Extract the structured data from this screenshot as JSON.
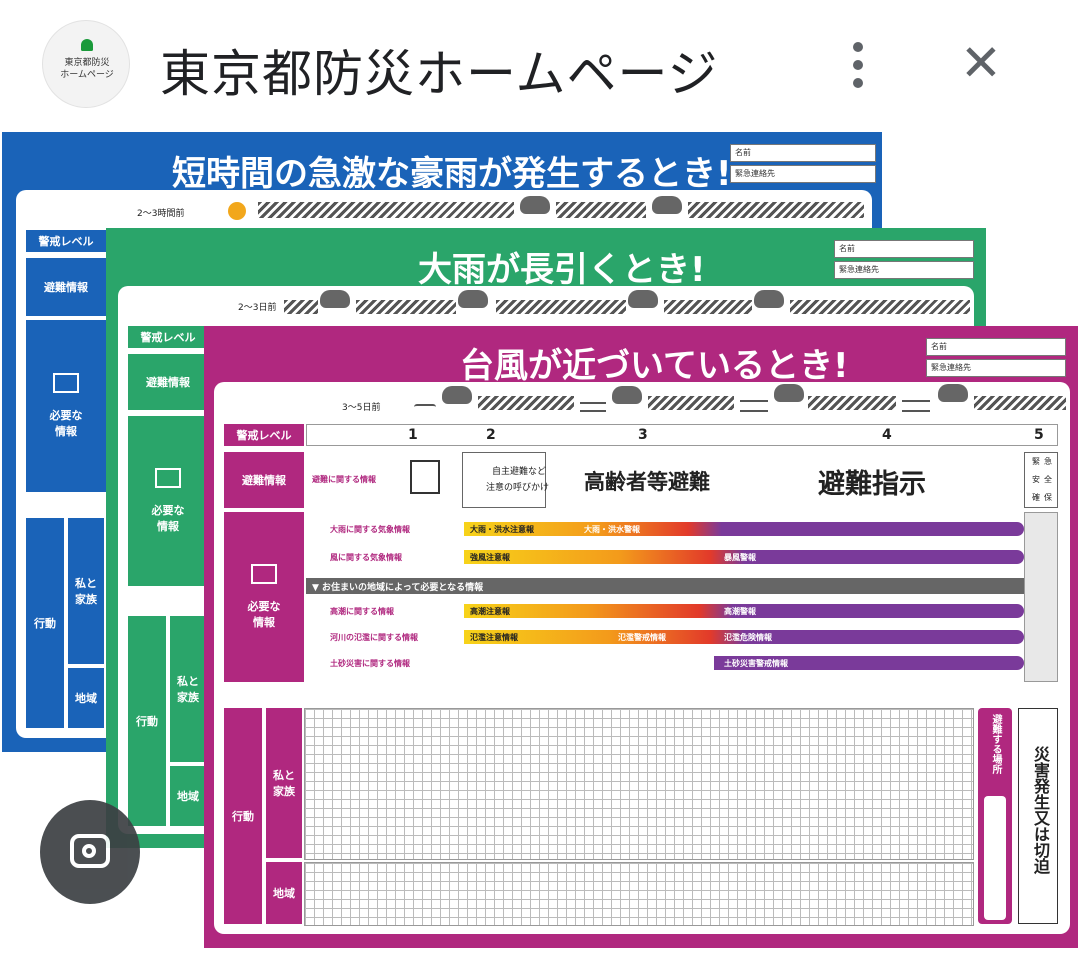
{
  "header": {
    "logo_line1": "東京都防災",
    "logo_line2": "ホームページ",
    "title": "東京都防災ホームページ"
  },
  "sheet_blue": {
    "title": "短時間の急激な豪雨が発生するとき!",
    "name_label": "名前",
    "contact_label": "緊急連絡先",
    "time_label": "2〜3時間前",
    "warning_level": "警戒レベル",
    "evac_info": "避難情報",
    "needed_info_1": "必要な",
    "needed_info_2": "情報",
    "action": "行動",
    "me_family_1": "私と",
    "me_family_2": "家族",
    "area": "地域"
  },
  "sheet_green": {
    "title": "大雨が長引くとき!",
    "name_label": "名前",
    "contact_label": "緊急連絡先",
    "time_label": "2〜3日前",
    "warning_level": "警戒レベル",
    "evac_info": "避難情報",
    "needed_info_1": "必要な",
    "needed_info_2": "情報",
    "action": "行動",
    "me_family_1": "私と",
    "me_family_2": "家族",
    "area": "地域"
  },
  "sheet_magenta": {
    "title": "台風が近づいているとき!",
    "name_label": "名前",
    "contact_label": "緊急連絡先",
    "time_label": "3〜5日前",
    "warning_level": "警戒レベル",
    "levels": [
      "1",
      "2",
      "3",
      "4",
      "5"
    ],
    "evac_info": "避難情報",
    "evac_related": "避難に関する情報",
    "voluntary_1": "自主避難など",
    "voluntary_2": "注意の呼びかけ",
    "elderly_evac": "高齢者等避難",
    "evac_order": "避難指示",
    "emergency_1": "緊",
    "emergency_2": "急",
    "emergency_3": "安",
    "emergency_4": "全",
    "emergency_5": "確",
    "emergency_6": "保",
    "needed_info_1": "必要な",
    "needed_info_2": "情報",
    "heavy_rain_info": "大雨に関する気象情報",
    "wind_info": "風に関する気象情報",
    "bar_heavy_rain_advisory": "大雨・洪水注意報",
    "bar_heavy_rain_warning": "大雨・洪水警報",
    "bar_gale_advisory": "強風注意報",
    "bar_storm_warning": "暴風警報",
    "local_needed": "▼ お住まいの地域によって必要となる情報",
    "storm_surge_info": "高潮に関する情報",
    "river_flood_info": "河川の氾濫に関する情報",
    "landslide_info": "土砂災害に関する情報",
    "bar_surge_advisory": "高潮注意報",
    "bar_surge_warning": "高潮警報",
    "bar_flood_advisory": "氾濫注意情報",
    "bar_flood_alert": "氾濫警戒情報",
    "bar_flood_danger": "氾濫危険情報",
    "bar_landslide_alert": "土砂災害警戒情報",
    "action": "行動",
    "me_family_1": "私と",
    "me_family_2": "家族",
    "area": "地域",
    "evac_place": "避難する場所",
    "disaster_imminent": "災害発生又は切迫"
  },
  "colors": {
    "blue": "#1a63b8",
    "green": "#2aa56a",
    "magenta": "#b0287f",
    "purple": "#7a3a9a"
  },
  "icons": [
    "more-vert-icon",
    "close-icon",
    "lens-search-icon"
  ]
}
